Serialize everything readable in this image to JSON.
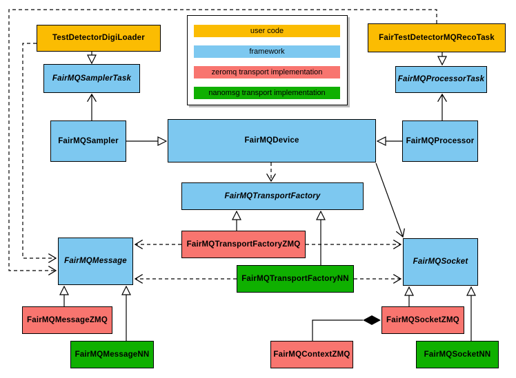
{
  "nodes": {
    "digi_loader": {
      "label": "TestDetectorDigiLoader"
    },
    "reco_task": {
      "label": "FairTestDetectorMQRecoTask"
    },
    "sampler_task": {
      "label": "FairMQSamplerTask"
    },
    "processor_task": {
      "label": "FairMQProcessorTask"
    },
    "sampler": {
      "label": "FairMQSampler"
    },
    "device": {
      "label": "FairMQDevice"
    },
    "processor": {
      "label": "FairMQProcessor"
    },
    "transport_factory": {
      "label": "FairMQTransportFactory"
    },
    "transport_factory_zmq": {
      "label": "FairMQTransportFactoryZMQ"
    },
    "transport_factory_nn": {
      "label": "FairMQTransportFactoryNN"
    },
    "message": {
      "label": "FairMQMessage"
    },
    "socket": {
      "label": "FairMQSocket"
    },
    "message_zmq": {
      "label": "FairMQMessageZMQ"
    },
    "message_nn": {
      "label": "FairMQMessageNN"
    },
    "context_zmq": {
      "label": "FairMQContextZMQ"
    },
    "socket_zmq": {
      "label": "FairMQSocketZMQ"
    },
    "socket_nn": {
      "label": "FairMQSocketNN"
    }
  },
  "legend": {
    "items": [
      {
        "label": "user code",
        "color": "#FBBC02"
      },
      {
        "label": "framework",
        "color": "#7DC8F0"
      },
      {
        "label": "zeromq transport implementation",
        "color": "#F8756F"
      },
      {
        "label": "nanomsg transport implementation",
        "color": "#0FB000"
      }
    ]
  },
  "colors": {
    "user_code": "#FBBC02",
    "framework": "#7DC8F0",
    "zeromq": "#F8756F",
    "nanomsg": "#0FB000",
    "edge": "#000000",
    "background": "#FFFFFF"
  }
}
